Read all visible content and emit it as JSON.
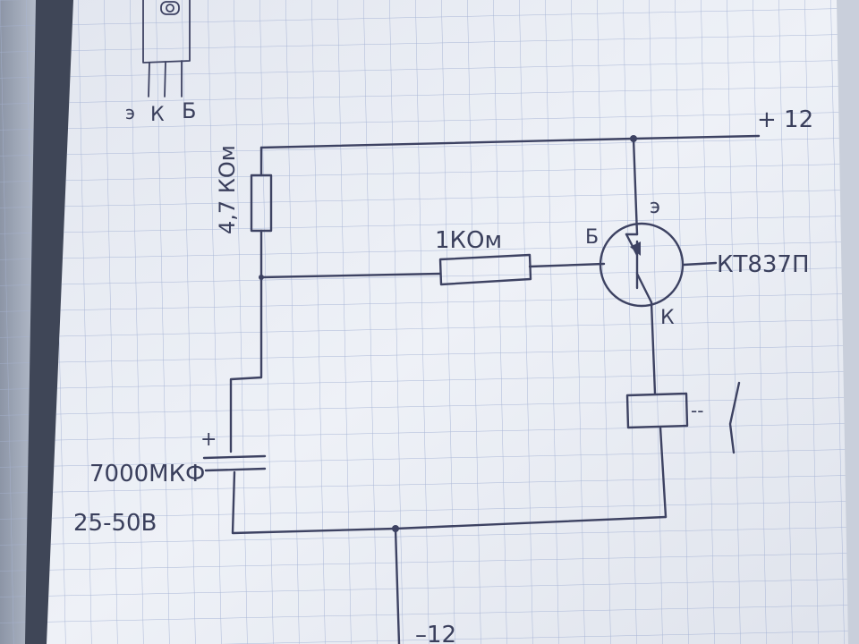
{
  "pinout": {
    "pin_e": "э",
    "pin_k": "К",
    "pin_b": "Б"
  },
  "supply": {
    "positive": "+ 12",
    "negative": "–12"
  },
  "resistors": {
    "r1_value": "4,7 КОм",
    "r2_value": "1КОм"
  },
  "transistor": {
    "base_label": "Б",
    "emitter_label": "э",
    "collector_label": "К",
    "model": "КТ837П"
  },
  "capacitor": {
    "value": "7000МКФ",
    "plus": "+",
    "voltage": "25-50В"
  },
  "relay": {
    "contact_mark": "--"
  },
  "colors": {
    "ink": "#3d4262",
    "paper": "#eceff5",
    "grid": "#a9b6d6",
    "shadow_page": "#6e7687"
  }
}
